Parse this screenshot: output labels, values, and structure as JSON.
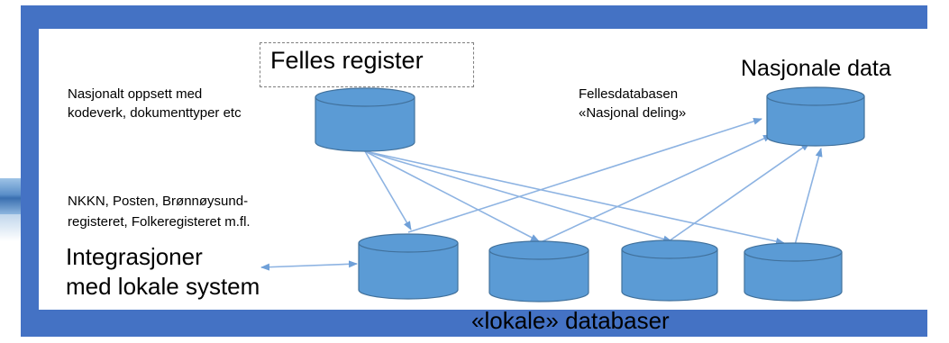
{
  "diagram": {
    "felles_register": "Felles register",
    "nasjonale_data": "Nasjonale data",
    "nasjonalt_oppsett": [
      "Nasjonalt oppsett  med",
      "kodeverk, dokumenttyper etc"
    ],
    "fellesdatabasen": [
      "Fellesdatabasen",
      "«Nasjonal deling»"
    ],
    "integrasjoner_sources": [
      "NKKN, Posten, Brønnøysund-",
      "registeret, Folkeregisteret m.fl."
    ],
    "integrasjoner": [
      "Integrasjoner",
      "med lokale system"
    ],
    "lokale_databaser": "«lokale» databaser"
  },
  "colors": {
    "frame": "#4472c4",
    "cylinder_fill": "#5b9bd5",
    "cylinder_stroke": "#41719c",
    "arrow": "#8db3e2"
  }
}
